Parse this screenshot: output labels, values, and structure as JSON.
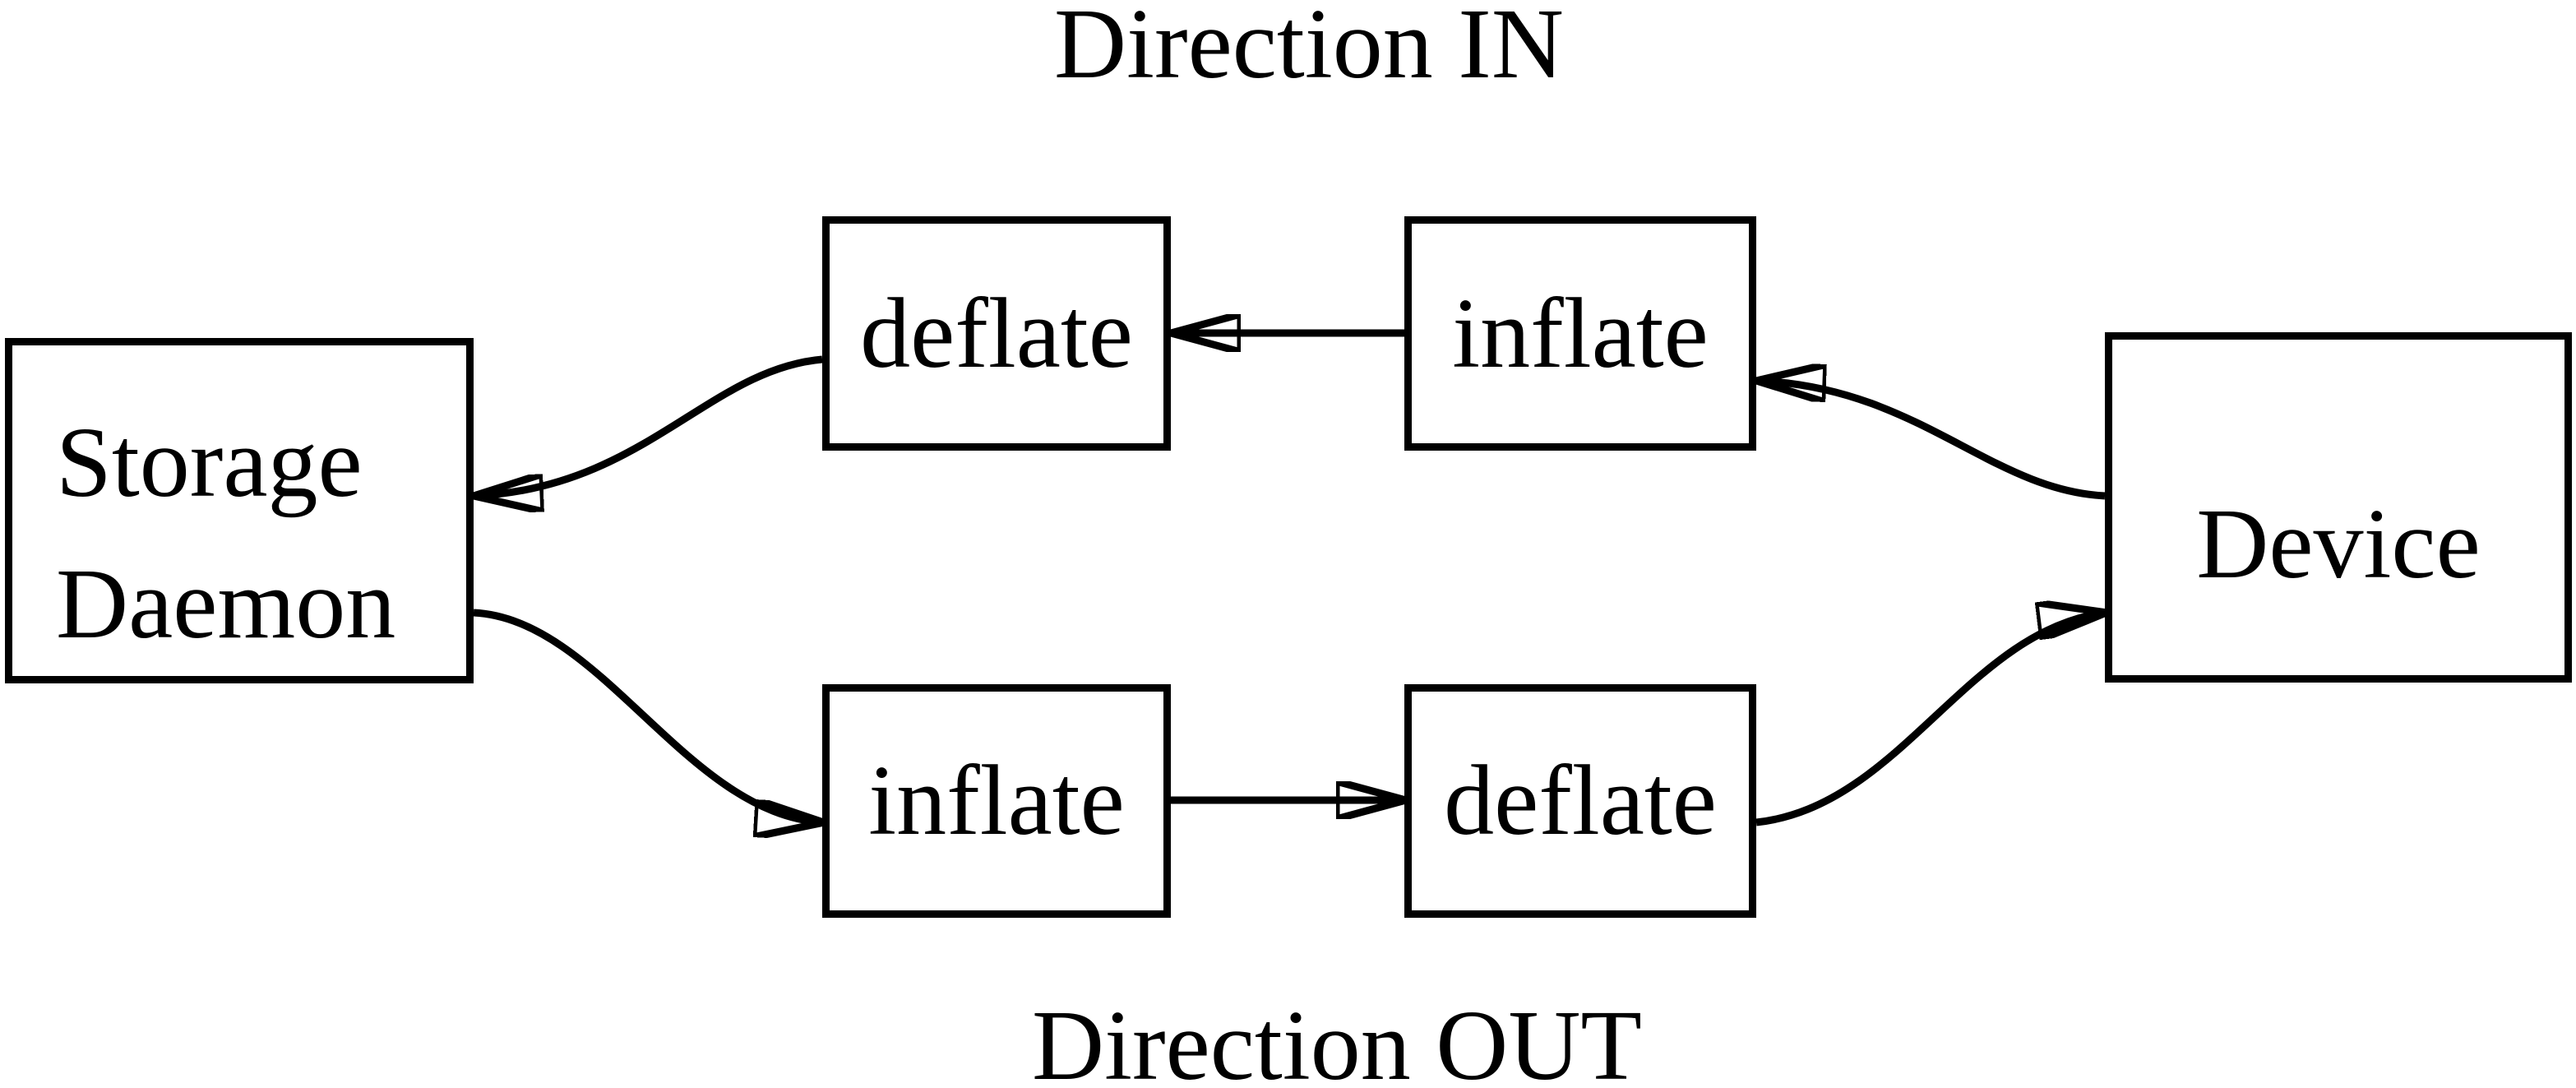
{
  "titles": {
    "direction_in": "Direction IN",
    "direction_out": "Direction OUT"
  },
  "nodes": {
    "storage_daemon": {
      "line1": "Storage",
      "line2": "Daemon"
    },
    "in_deflate": {
      "label": "deflate"
    },
    "in_inflate": {
      "label": "inflate"
    },
    "out_inflate": {
      "label": "inflate"
    },
    "out_deflate": {
      "label": "deflate"
    },
    "device": {
      "label": "Device"
    }
  },
  "connections": [
    {
      "from": "device",
      "to": "in_inflate",
      "direction": "IN"
    },
    {
      "from": "in_inflate",
      "to": "in_deflate",
      "direction": "IN"
    },
    {
      "from": "in_deflate",
      "to": "storage_daemon",
      "direction": "IN"
    },
    {
      "from": "storage_daemon",
      "to": "out_inflate",
      "direction": "OUT"
    },
    {
      "from": "out_inflate",
      "to": "out_deflate",
      "direction": "OUT"
    },
    {
      "from": "out_deflate",
      "to": "device",
      "direction": "OUT"
    }
  ],
  "colors": {
    "stroke": "#000000",
    "background": "#ffffff"
  }
}
